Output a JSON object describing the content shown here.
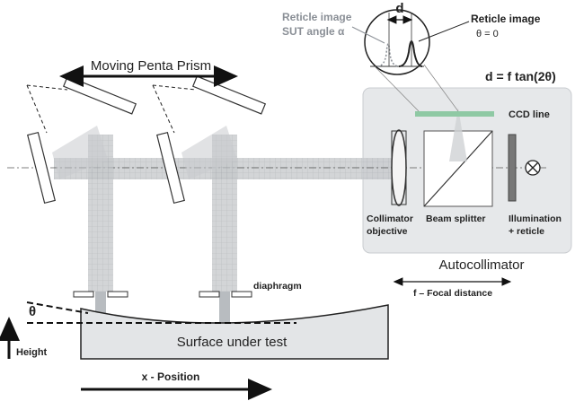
{
  "labels": {
    "moving_penta_prism": "Moving Penta Prism",
    "reticle_image_sut_line1": "Reticle image",
    "reticle_image_sut_line2": "SUT angle α",
    "reticle_image_zero_line1": "Reticle image",
    "reticle_image_zero_line2": "θ = 0",
    "d_symbol": "d",
    "formula": "d = f tan(2θ)",
    "ccd_line": "CCD line",
    "collimator_line1": "Collimator",
    "collimator_line2": "objective",
    "beam_splitter": "Beam splitter",
    "illumination_line1": "Illumination",
    "illumination_line2": "+ reticle",
    "autocollimator": "Autocollimator",
    "focal_distance": "f – Focal distance",
    "diaphragm": "diaphragm",
    "theta": "θ",
    "height": "Height",
    "surface_under_test": "Surface under test",
    "x_position": "x - Position"
  },
  "colors": {
    "autocollimator_box": "#e6e8ea",
    "beam_fill": "#b8bcc0",
    "optics_stroke": "#333333",
    "ccd_line": "#8fc9a4",
    "label_grey": "#8a8f96"
  }
}
